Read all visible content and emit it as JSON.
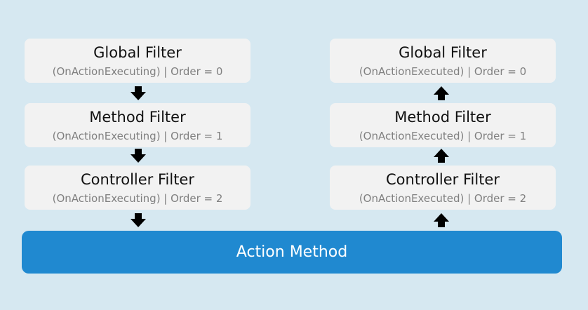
{
  "left_column": [
    {
      "title": "Global Filter",
      "subtitle": "(OnActionExecuting) | Order = 0"
    },
    {
      "title": "Method Filter",
      "subtitle": "(OnActionExecuting) | Order = 1"
    },
    {
      "title": "Controller Filter",
      "subtitle": "(OnActionExecuting) | Order = 2"
    }
  ],
  "right_column": [
    {
      "title": "Global Filter",
      "subtitle": "(OnActionExecuted) | Order = 0"
    },
    {
      "title": "Method Filter",
      "subtitle": "(OnActionExecuted) | Order = 1"
    },
    {
      "title": "Controller Filter",
      "subtitle": "(OnActionExecuted) | Order = 2"
    }
  ],
  "action": {
    "label": "Action Method"
  },
  "colors": {
    "background": "#d6e8f1",
    "box": "#f2f2f2",
    "action": "#2089d0",
    "arrow": "#000000"
  }
}
